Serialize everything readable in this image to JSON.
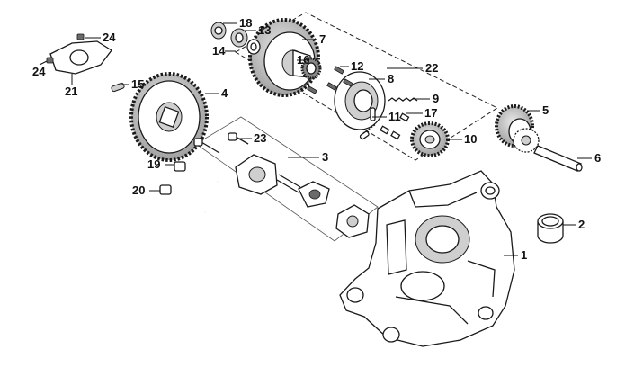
{
  "callouts": [
    "1",
    "2",
    "3",
    "4",
    "5",
    "6",
    "7",
    "8",
    "9",
    "10",
    "11",
    "12",
    "13",
    "14",
    "15",
    "16",
    "17",
    "18",
    "19",
    "20",
    "21",
    "22",
    "23",
    "24",
    "24"
  ]
}
